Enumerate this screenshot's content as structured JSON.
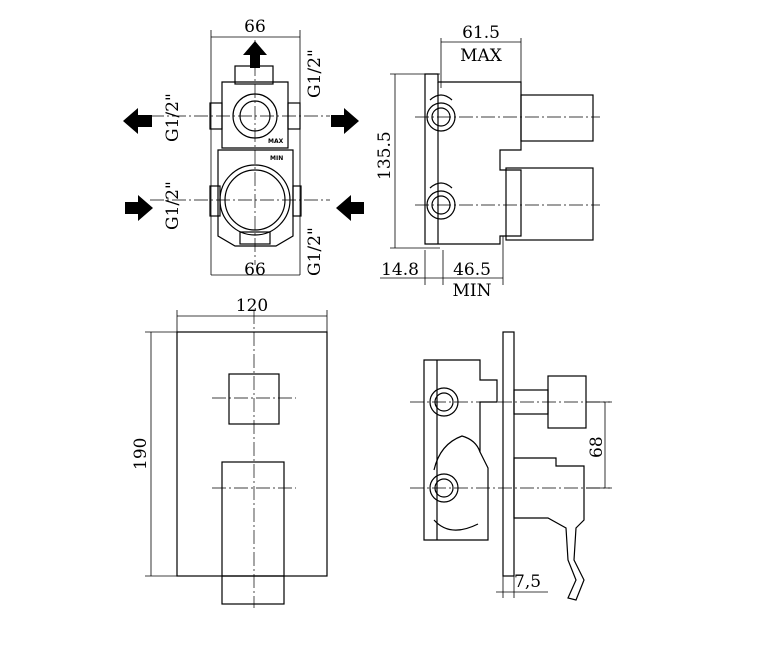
{
  "front_view": {
    "width_top": "66",
    "width_bottom": "66",
    "thread_right_top": "G1/2\"",
    "thread_right_bottom": "G1/2\"",
    "thread_left_top": "G1/2\"",
    "thread_left_bottom": "G1/2\"",
    "marker_max": "MAX",
    "marker_min": "MIN"
  },
  "side_view": {
    "depth_max_value": "61.5",
    "depth_max_label": "MAX",
    "height": "135.5",
    "offset": "14.8",
    "depth_min_value": "46.5",
    "depth_min_label": "MIN"
  },
  "plate_view": {
    "width": "120",
    "height": "190"
  },
  "assembly_view": {
    "spacing": "68",
    "plate_thickness": "7,5"
  }
}
